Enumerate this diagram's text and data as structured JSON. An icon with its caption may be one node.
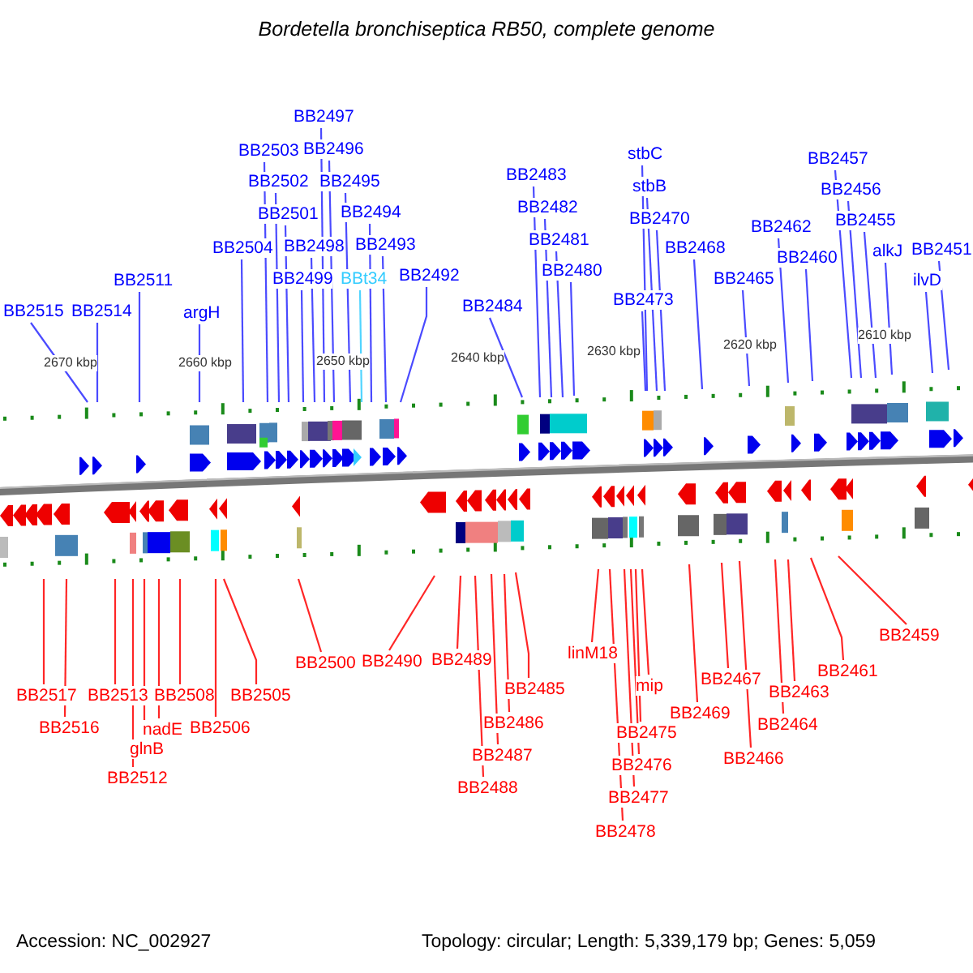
{
  "diagram": {
    "title": "Bordetella bronchiseptica RB50, complete genome",
    "nodes": [
      {
        "text": [
          "BB2515"
        ]
      },
      {
        "text": [
          "BB2514"
        ]
      },
      {
        "text": [
          "BB2511"
        ]
      },
      {
        "text": [
          "argH"
        ]
      },
      {
        "text": [
          "BB2504"
        ]
      },
      {
        "text": [
          "BB2503"
        ]
      },
      {
        "text": [
          "BB2502"
        ]
      },
      {
        "text": [
          "BB2501"
        ]
      },
      {
        "text": [
          "BB2499"
        ]
      },
      {
        "text": [
          "BB2498"
        ]
      },
      {
        "text": [
          "BB2497"
        ]
      },
      {
        "text": [
          "BB2496"
        ]
      },
      {
        "text": [
          "BB2495"
        ]
      },
      {
        "text": [
          "BBt34"
        ]
      },
      {
        "text": [
          "BB2494"
        ]
      },
      {
        "text": [
          "BB2493"
        ]
      },
      {
        "text": [
          "BB2492"
        ]
      },
      {
        "text": [
          "BB2484"
        ]
      },
      {
        "text": [
          "BB2483"
        ]
      },
      {
        "text": [
          "BB2482"
        ]
      },
      {
        "text": [
          "BB2481"
        ]
      },
      {
        "text": [
          "BB2480"
        ]
      },
      {
        "text": [
          "stbC"
        ]
      },
      {
        "text": [
          "stbB"
        ]
      },
      {
        "text": [
          "BB2470"
        ]
      },
      {
        "text": [
          "BB2473"
        ]
      },
      {
        "text": [
          "BB2468"
        ]
      },
      {
        "text": [
          "BB2465"
        ]
      },
      {
        "text": [
          "BB2462"
        ]
      },
      {
        "text": [
          "BB2460"
        ]
      },
      {
        "text": [
          "BB2457"
        ]
      },
      {
        "text": [
          "BB2456"
        ]
      },
      {
        "text": [
          "BB2455"
        ]
      },
      {
        "text": [
          "alkJ"
        ]
      },
      {
        "text": [
          "BB2451"
        ]
      },
      {
        "text": [
          "ilvD"
        ]
      },
      {
        "text": [
          "BB2517"
        ]
      },
      {
        "text": [
          "BB2516"
        ]
      },
      {
        "text": [
          "BB2513"
        ]
      },
      {
        "text": [
          "BB2512"
        ]
      },
      {
        "text": [
          "glnB"
        ]
      },
      {
        "text": [
          "nadE"
        ]
      },
      {
        "text": [
          "BB2508"
        ]
      },
      {
        "text": [
          "BB2506"
        ]
      },
      {
        "text": [
          "BB2505"
        ]
      },
      {
        "text": [
          "BB2500"
        ]
      },
      {
        "text": [
          "BB2490"
        ]
      },
      {
        "text": [
          "BB2489"
        ]
      },
      {
        "text": [
          "BB2488"
        ]
      },
      {
        "text": [
          "BB2487"
        ]
      },
      {
        "text": [
          "BB2486"
        ]
      },
      {
        "text": [
          "BB2485"
        ]
      },
      {
        "text": [
          "linM18"
        ]
      },
      {
        "text": [
          "BB2478"
        ]
      },
      {
        "text": [
          "BB2477"
        ]
      },
      {
        "text": [
          "BB2476"
        ]
      },
      {
        "text": [
          "BB2475"
        ]
      },
      {
        "text": [
          "mip"
        ]
      },
      {
        "text": [
          "BB2469"
        ]
      },
      {
        "text": [
          "BB2467"
        ]
      },
      {
        "text": [
          "BB2466"
        ]
      },
      {
        "text": [
          "BB2464"
        ]
      },
      {
        "text": [
          "BB2463"
        ]
      },
      {
        "text": [
          "BB2461"
        ]
      },
      {
        "text": [
          "BB2459"
        ]
      }
    ],
    "edges": [
      {
        "from": 0,
        "to": null,
        "arrow": "none"
      },
      {
        "from": 1,
        "to": null,
        "arrow": "none"
      },
      {
        "from": 2,
        "to": null,
        "arrow": "none"
      },
      {
        "from": 3,
        "to": null,
        "arrow": "none"
      },
      {
        "from": 4,
        "to": null,
        "arrow": "none"
      },
      {
        "from": 5,
        "to": null,
        "arrow": "none"
      },
      {
        "from": 6,
        "to": null,
        "arrow": "none"
      },
      {
        "from": 7,
        "to": null,
        "arrow": "none"
      },
      {
        "from": 8,
        "to": null,
        "arrow": "none"
      },
      {
        "from": 9,
        "to": null,
        "arrow": "none"
      },
      {
        "from": 10,
        "to": null,
        "arrow": "none"
      },
      {
        "from": 11,
        "to": null,
        "arrow": "none"
      },
      {
        "from": 12,
        "to": null,
        "arrow": "none"
      },
      {
        "from": 13,
        "to": null,
        "arrow": "none",
        "color": "#33ccff"
      },
      {
        "from": 14,
        "to": null,
        "arrow": "none"
      },
      {
        "from": 15,
        "to": null,
        "arrow": "none"
      },
      {
        "from": 16,
        "to": null,
        "arrow": "none"
      },
      {
        "from": 17,
        "to": null,
        "arrow": "none"
      },
      {
        "from": 18,
        "to": null,
        "arrow": "none"
      },
      {
        "from": 19,
        "to": null,
        "arrow": "none"
      },
      {
        "from": 20,
        "to": null,
        "arrow": "none"
      },
      {
        "from": 21,
        "to": null,
        "arrow": "none"
      },
      {
        "from": 22,
        "to": null,
        "arrow": "none"
      },
      {
        "from": 23,
        "to": null,
        "arrow": "none"
      },
      {
        "from": 24,
        "to": null,
        "arrow": "none"
      },
      {
        "from": 25,
        "to": null,
        "arrow": "none"
      },
      {
        "from": 26,
        "to": null,
        "arrow": "none"
      },
      {
        "from": 27,
        "to": null,
        "arrow": "none"
      },
      {
        "from": 28,
        "to": null,
        "arrow": "none"
      },
      {
        "from": 29,
        "to": null,
        "arrow": "none"
      },
      {
        "from": 30,
        "to": null,
        "arrow": "none"
      },
      {
        "from": 31,
        "to": null,
        "arrow": "none"
      },
      {
        "from": 32,
        "to": null,
        "arrow": "none"
      },
      {
        "from": 33,
        "to": null,
        "arrow": "none"
      },
      {
        "from": 34,
        "to": null,
        "arrow": "none"
      },
      {
        "from": 35,
        "to": null,
        "arrow": "none"
      },
      {
        "from": 36,
        "to": null,
        "arrow": "none",
        "color": "#ff0000"
      },
      {
        "from": 37,
        "to": null,
        "arrow": "none",
        "color": "#ff0000"
      },
      {
        "from": 38,
        "to": null,
        "arrow": "none",
        "color": "#ff0000"
      },
      {
        "from": 39,
        "to": null,
        "arrow": "none",
        "color": "#ff0000"
      },
      {
        "from": 40,
        "to": null,
        "arrow": "none",
        "color": "#ff0000"
      },
      {
        "from": 41,
        "to": null,
        "arrow": "none",
        "color": "#ff0000"
      },
      {
        "from": 42,
        "to": null,
        "arrow": "none",
        "color": "#ff0000"
      },
      {
        "from": 43,
        "to": null,
        "arrow": "none",
        "color": "#ff0000"
      },
      {
        "from": 44,
        "to": null,
        "arrow": "none",
        "color": "#ff0000"
      },
      {
        "from": 45,
        "to": null,
        "arrow": "none",
        "color": "#ff0000"
      },
      {
        "from": 46,
        "to": null,
        "arrow": "none",
        "color": "#ff0000"
      },
      {
        "from": 47,
        "to": null,
        "arrow": "none",
        "color": "#ff0000"
      },
      {
        "from": 48,
        "to": null,
        "arrow": "none",
        "color": "#ff0000"
      },
      {
        "from": 49,
        "to": null,
        "arrow": "none",
        "color": "#ff0000"
      },
      {
        "from": 50,
        "to": null,
        "arrow": "none",
        "color": "#ff0000"
      },
      {
        "from": 51,
        "to": null,
        "arrow": "none",
        "color": "#ff0000"
      },
      {
        "from": 52,
        "to": null,
        "arrow": "none",
        "color": "#ff0000"
      },
      {
        "from": 53,
        "to": null,
        "arrow": "none",
        "color": "#ff0000"
      },
      {
        "from": 54,
        "to": null,
        "arrow": "none",
        "color": "#ff0000"
      },
      {
        "from": 55,
        "to": null,
        "arrow": "none",
        "color": "#ff0000"
      },
      {
        "from": 56,
        "to": null,
        "arrow": "none",
        "color": "#ff0000"
      },
      {
        "from": 57,
        "to": null,
        "arrow": "none",
        "color": "#ff0000"
      },
      {
        "from": 58,
        "to": null,
        "arrow": "none",
        "color": "#ff0000"
      },
      {
        "from": 59,
        "to": null,
        "arrow": "none",
        "color": "#ff0000"
      },
      {
        "from": 60,
        "to": null,
        "arrow": "none",
        "color": "#ff0000"
      },
      {
        "from": 61,
        "to": null,
        "arrow": "none",
        "color": "#ff0000"
      },
      {
        "from": 62,
        "to": null,
        "arrow": "none",
        "color": "#ff0000"
      },
      {
        "from": 63,
        "to": null,
        "arrow": "none",
        "color": "#ff0000"
      },
      {
        "from": 64,
        "to": null,
        "arrow": "none",
        "color": "#ff0000"
      }
    ],
    "labels": [
      "2670 kbp",
      "2660 kbp",
      "2650 kbp",
      "2640 kbp",
      "2630 kbp",
      "2620 kbp",
      "2610 kbp",
      "Accession: NC_002927",
      "Topology: circular; Length: 5,339,179 bp; Genes: 5,059"
    ]
  }
}
